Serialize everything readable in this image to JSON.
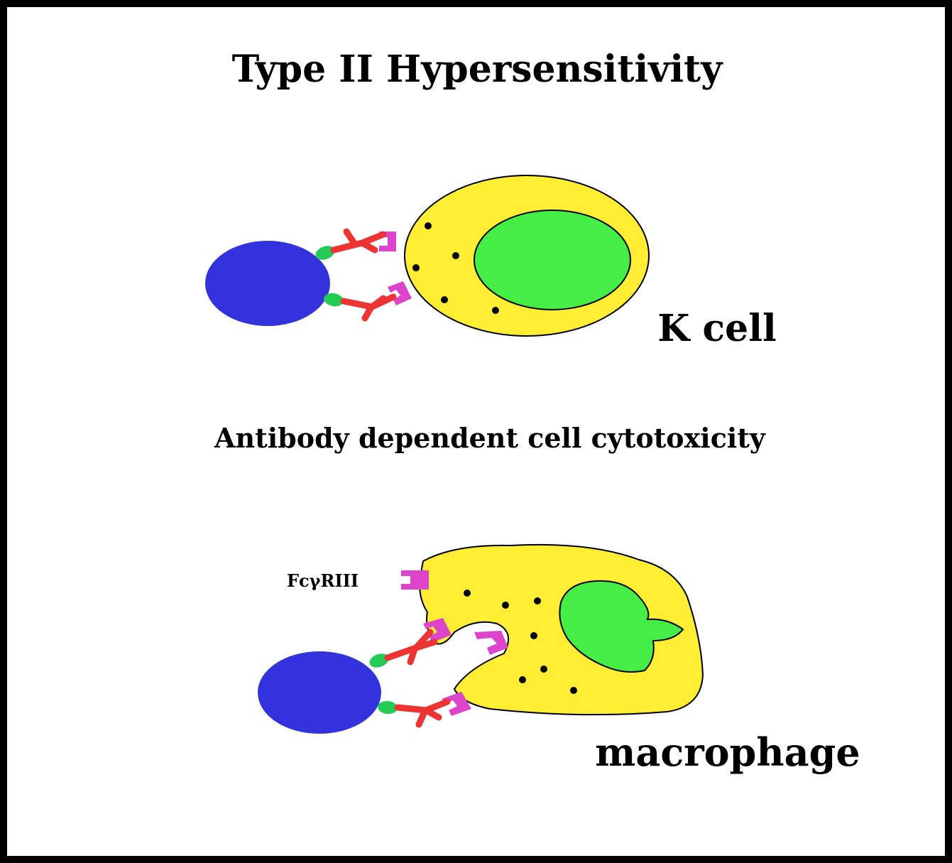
{
  "title": "Type II  Hypersensitivity",
  "subtitle": "Antibody dependent cell cytotoxicity",
  "k_cell_label": "K cell",
  "macrophage_label": "macrophage",
  "receptor_label": "FcγRIII",
  "colors": {
    "target_cell": "#3333dd",
    "effector_cytoplasm": "#ffee33",
    "nucleus": "#44ee44",
    "antigen": "#22cc55",
    "antibody": "#ee3333",
    "fc_receptor": "#dd44cc",
    "granule": "#000000",
    "border": "#000000"
  }
}
